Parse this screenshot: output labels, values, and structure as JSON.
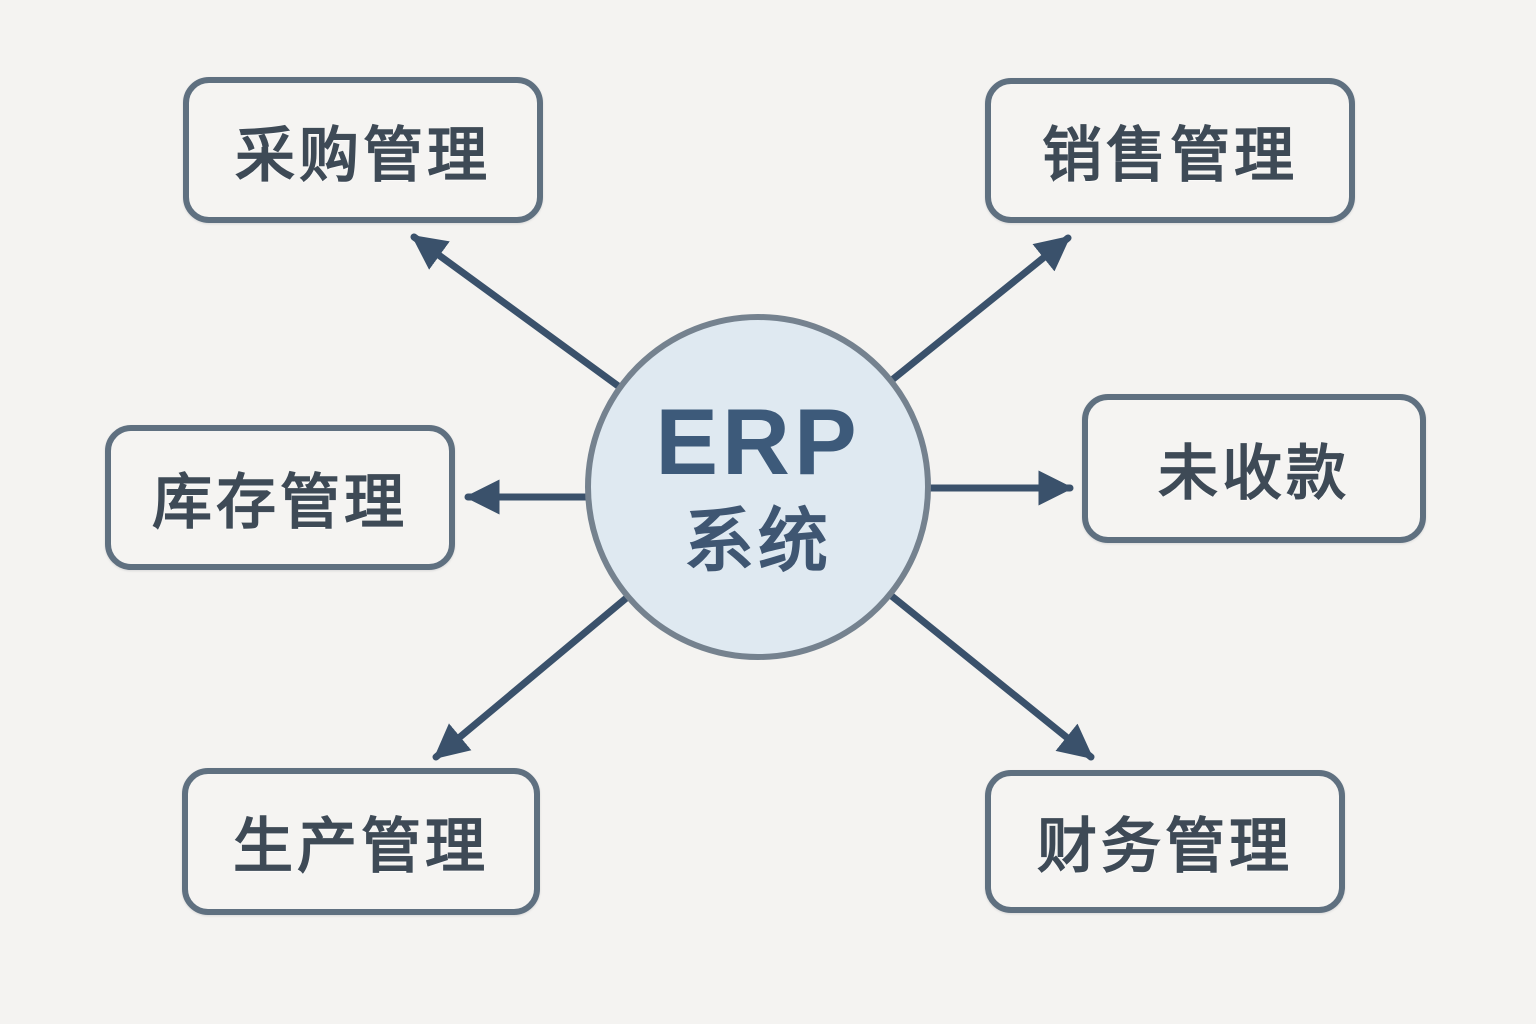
{
  "diagram": {
    "center": {
      "line1": "ERP",
      "line2": "系统"
    },
    "nodes": [
      {
        "id": "purchase",
        "label": "采购管理"
      },
      {
        "id": "sales",
        "label": "销售管理"
      },
      {
        "id": "inventory",
        "label": "库存管理"
      },
      {
        "id": "receivable",
        "label": "未收款"
      },
      {
        "id": "production",
        "label": "生产管理"
      },
      {
        "id": "finance",
        "label": "财务管理"
      }
    ],
    "connections": [
      {
        "from": "ERP系统",
        "to": "采购管理",
        "direction": "up-left"
      },
      {
        "from": "ERP系统",
        "to": "销售管理",
        "direction": "up-right"
      },
      {
        "from": "ERP系统",
        "to": "库存管理",
        "direction": "left"
      },
      {
        "from": "ERP系统",
        "to": "未收款",
        "direction": "right"
      },
      {
        "from": "ERP系统",
        "to": "生产管理",
        "direction": "down-left"
      },
      {
        "from": "ERP系统",
        "to": "财务管理",
        "direction": "down-right"
      }
    ],
    "colors": {
      "background": "#f4f3f1",
      "arrow": "#3a516b",
      "circle_fill": "#dfe9f1",
      "circle_border": "#75828f",
      "box_fill": "#f5f4f2",
      "box_border": "#5f7080",
      "box_text": "#3e4a56",
      "center_text": "#3d5a7a"
    }
  }
}
